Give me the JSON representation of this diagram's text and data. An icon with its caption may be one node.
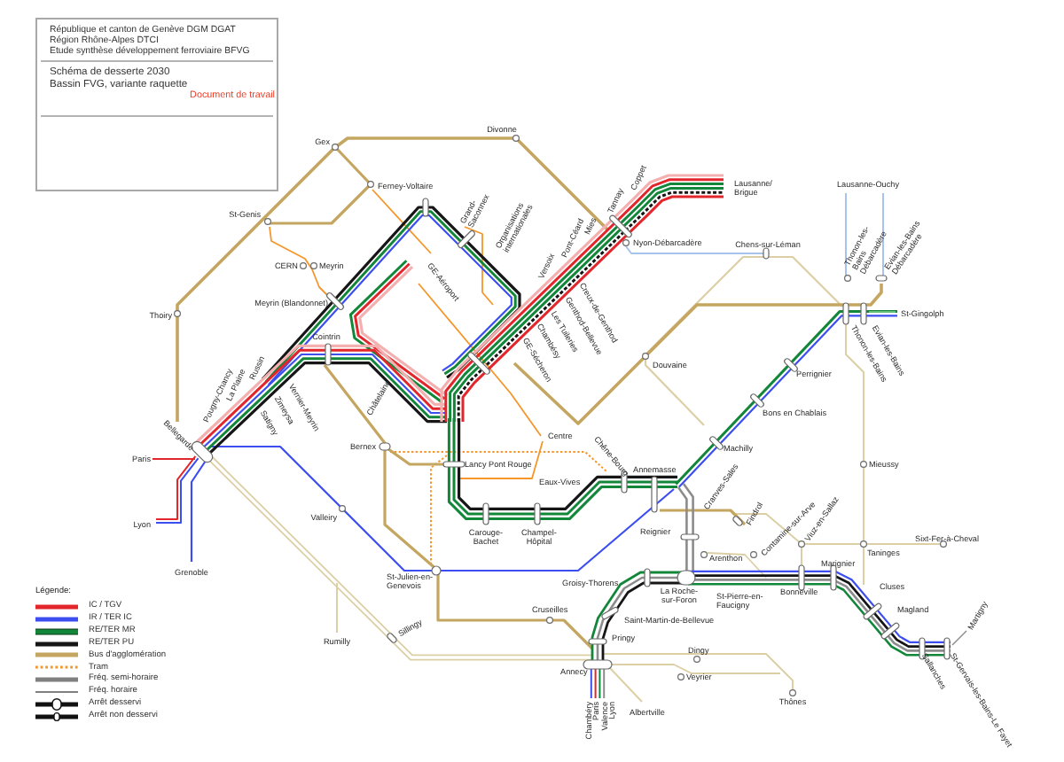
{
  "diagram": {
    "nodes": [
      {
        "text": [
          "République et canton de Genève DGM DGAT",
          "Région Rhône-Alpes DTCI",
          "Etude synthèse développement ferroviaire BFVG",
          "Schéma de desserte 2030",
          "Bassin FVG, variante raquette",
          "Document de travail"
        ]
      }
    ],
    "labels": [
      "Gex",
      "Divonne",
      "Lausanne-Ouchy",
      "Lausanne/ Brigue",
      "Ferney-Voltaire",
      "St-Genis",
      "CERN",
      "Meyrin",
      "Meyrin (Blandonnet)",
      "Thoiry",
      "GE-Aéroport",
      "Grand-Saconnex",
      "Organisations internationales",
      "Coppet",
      "Tannay",
      "Mies",
      "Pont-Céard",
      "Versoix",
      "Creux-de-Genthod",
      "Genthod-Bellevue",
      "Les Tuileries",
      "Chambésy",
      "GE-Sécheron",
      "Nyon-Débarcadère",
      "Chens-sur-Léman",
      "Thonon-les-Bains Débarcadère",
      "Evian-les-Bains Débarcadère",
      "St-Gingolph",
      "Thonon-les-Bains",
      "Evian-les-Bains",
      "Douvaine",
      "Pougny-Chancy",
      "La Plaine",
      "Russin",
      "Satigny",
      "Zimeysa",
      "Vernier-Meyrin",
      "Cointrin",
      "Châtelaine",
      "Perrignier",
      "Bons en Chablais",
      "Machilly",
      "Annemasse",
      "Chêne-Bourg",
      "Centre",
      "Eaux-Vives",
      "Lancy Pont Rouge",
      "Carouge-Bachet",
      "Champel-Hôpital",
      "Reignier",
      "Cranves-Sales",
      "Findrol",
      "Contamine-sur-Arve",
      "Arenthon",
      "Viuz-en-Sallaz",
      "Mieussy",
      "Taninges",
      "Sixt-Fer-à-Cheval",
      "Marignier",
      "Bonneville",
      "Cluses",
      "Magland",
      "Martigny",
      "Sallanches",
      "St-Gervais-les-Bains-Le Fayet",
      "Thônes",
      "La Roche-sur-Foron",
      "St-Pierre-en-Faucigny",
      "Groisy-Thorens",
      "Saint-Martin-de-Bellevue",
      "Pringy",
      "Cruseilles",
      "Dingy",
      "Veyrier",
      "Annecy",
      "Albertville",
      "Chambéry",
      "Paris",
      "Valence",
      "Lyon",
      "St-Julien-en-Genevois",
      "Bernex",
      "Valleiry",
      "Paris",
      "Lyon",
      "Grenoble",
      "Rumilly",
      "Sillingy",
      "Bellegarde",
      "Légende:"
    ],
    "legend": [
      {
        "text": "IC / TGV",
        "color": "#e3262b"
      },
      {
        "text": "IR / TER IC",
        "color": "#3d4ef0"
      },
      {
        "text": "RE/TER MR",
        "color": "#12873a"
      },
      {
        "text": "RE/TER PU",
        "color": "#161616"
      },
      {
        "text": "Bus d'agglomération",
        "color": "#c4a660"
      },
      {
        "text": "Tram",
        "color": "#f5962a"
      },
      {
        "text": "Fréq. semi-horaire"
      },
      {
        "text": "Fréq. horaire"
      },
      {
        "text": "Arrêt desservi"
      },
      {
        "text": "Arrêt non desservi"
      }
    ]
  }
}
